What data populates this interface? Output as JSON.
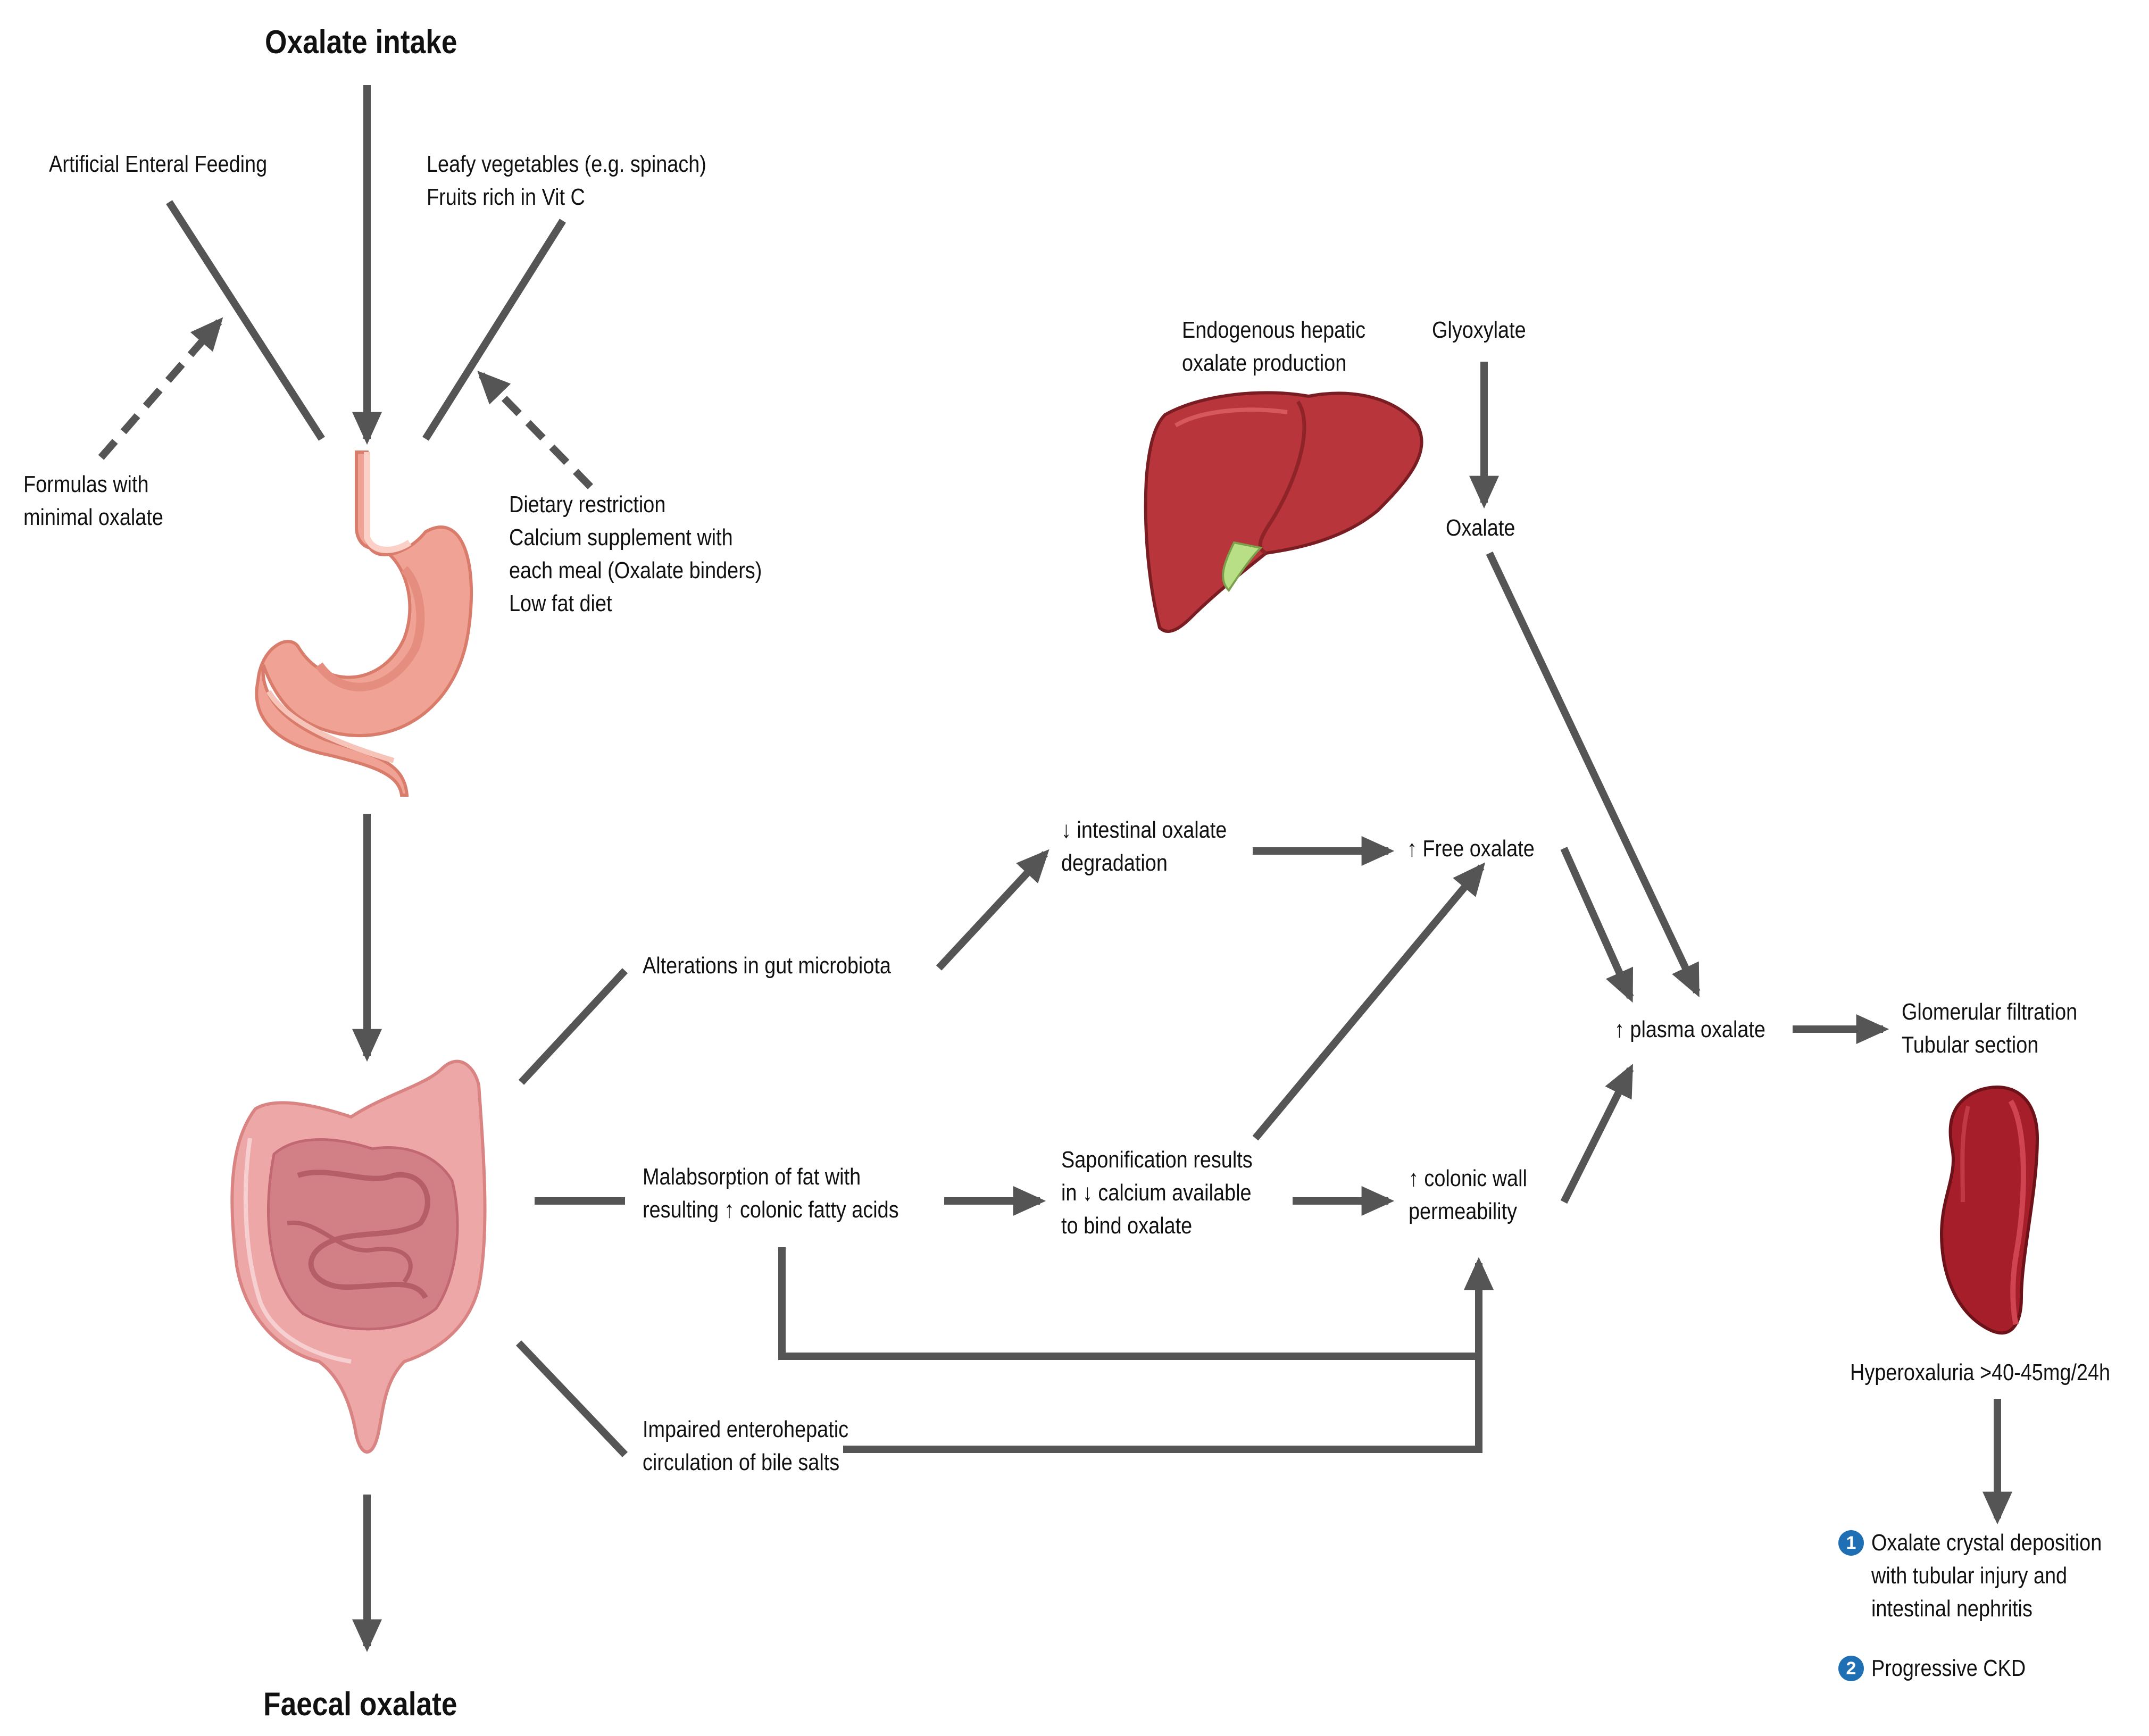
{
  "headings": {
    "intake": "Oxalate intake",
    "faecal": "Faecal oxalate"
  },
  "sources": {
    "enteral": "Artificial Enteral Feeding",
    "food_line1": "Leafy vegetables (e.g. spinach)",
    "food_line2": "Fruits rich in Vit C"
  },
  "interventions": {
    "formulas_line1": "Formulas with",
    "formulas_line2": "minimal oxalate",
    "diet_line1": "Dietary restriction",
    "diet_line2": "Calcium supplement with",
    "diet_line3": "each meal (Oxalate binders)",
    "diet_line4": "Low fat diet"
  },
  "hepatic": {
    "label_line1": "Endogenous hepatic",
    "label_line2": "oxalate production",
    "glyoxylate": "Glyoxylate",
    "oxalate": "Oxalate"
  },
  "pathway": {
    "microbiota": "Alterations in gut microbiota",
    "degradation_line1": "↓ intestinal oxalate",
    "degradation_line2": "degradation",
    "free_oxalate": "↑ Free oxalate",
    "malabsorption_line1": "Malabsorption of fat with",
    "malabsorption_line2": "resulting ↑ colonic fatty acids",
    "saponification_line1": "Saponification results",
    "saponification_line2": "in ↓ calcium available",
    "saponification_line3": "to bind oxalate",
    "permeability_line1": "↑ colonic wall",
    "permeability_line2": "permeability",
    "bile_line1": "Impaired enterohepatic",
    "bile_line2": "circulation of bile salts",
    "plasma": "↑ plasma oxalate"
  },
  "renal": {
    "filtration_line1": "Glomerular filtration",
    "filtration_line2": "Tubular section",
    "hyperoxaluria": "Hyperoxaluria >40-45mg/24h",
    "outcome1_num": "1",
    "outcome1_line1": "Oxalate crystal deposition",
    "outcome1_line2": "with tubular injury and",
    "outcome1_line3": "intestinal nephritis",
    "outcome2_num": "2",
    "outcome2": "Progressive CKD"
  },
  "icons": [
    "stomach-icon",
    "intestine-icon",
    "liver-icon",
    "kidney-icon"
  ],
  "colors": {
    "arrow": "#555555",
    "stomach": "#f0a394",
    "intestine": "#eea7a7",
    "liver": "#b8353b",
    "kidney": "#a51e2a",
    "badge": "#1f6fb5"
  }
}
